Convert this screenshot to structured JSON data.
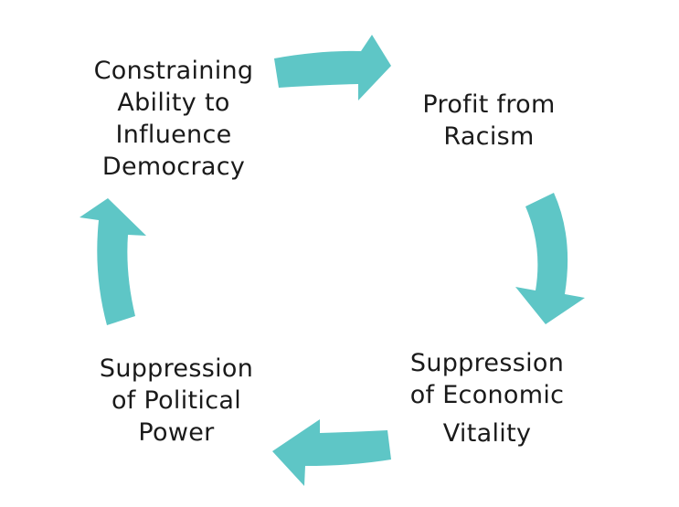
{
  "diagram": {
    "type": "cycle",
    "arrow_color": "#5ec6c6",
    "nodes": [
      {
        "id": "constraining",
        "lines": [
          "Constraining",
          "Ability to",
          "Influence",
          "Democracy"
        ]
      },
      {
        "id": "profit",
        "lines": [
          "Profit from",
          "Racism"
        ]
      },
      {
        "id": "economic",
        "lines": [
          "Suppression",
          "of Economic",
          "Vitality"
        ]
      },
      {
        "id": "political",
        "lines": [
          "Suppression",
          "of Political",
          "Power"
        ]
      }
    ]
  }
}
